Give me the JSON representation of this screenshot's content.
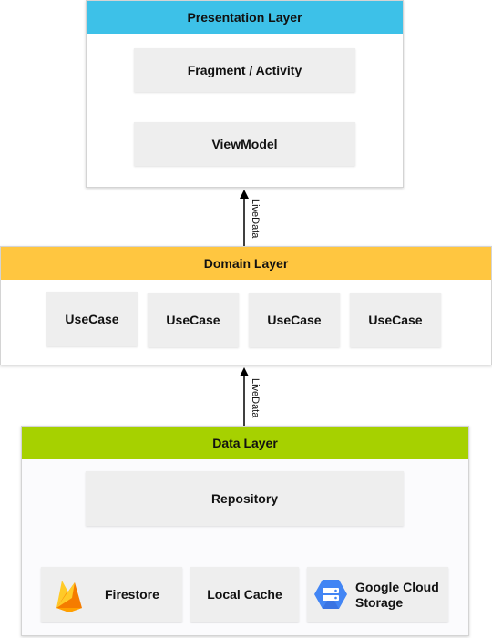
{
  "presentation": {
    "title": "Presentation Layer",
    "fragment_label": "Fragment / Activity",
    "viewmodel_label": "ViewModel",
    "color": "#3dc1e8"
  },
  "arrows": {
    "presentation_to_domain": "LiveData",
    "domain_to_data": "LiveData"
  },
  "domain": {
    "title": "Domain Layer",
    "usecases": [
      "UseCase",
      "UseCase",
      "UseCase",
      "UseCase"
    ],
    "color": "#ffc640"
  },
  "data": {
    "title": "Data Layer",
    "repository_label": "Repository",
    "sources": {
      "firestore": "Firestore",
      "local_cache": "Local Cache",
      "gcs_line1": "Google Cloud",
      "gcs_line2": "Storage"
    },
    "color": "#a6d100"
  },
  "icons": {
    "firestore": "firebase-flame-icon",
    "gcs": "google-cloud-storage-icon"
  }
}
